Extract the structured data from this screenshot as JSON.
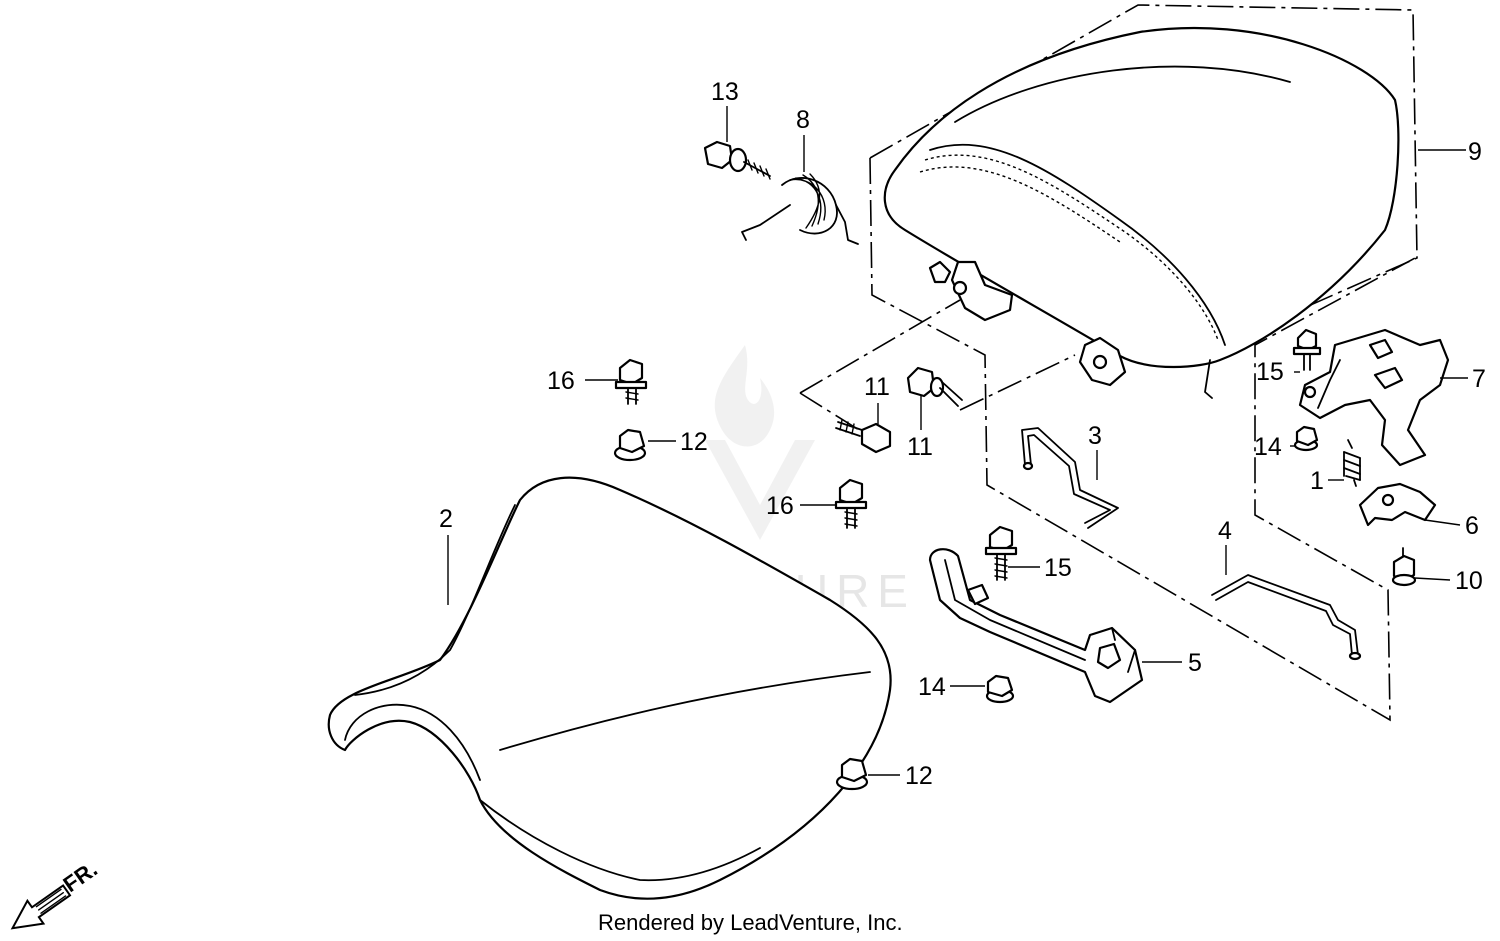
{
  "diagram": {
    "callouts": [
      {
        "id": "c13",
        "label": "13"
      },
      {
        "id": "c8",
        "label": "8"
      },
      {
        "id": "c9",
        "label": "9"
      },
      {
        "id": "c16a",
        "label": "16"
      },
      {
        "id": "c12a",
        "label": "12"
      },
      {
        "id": "c11a",
        "label": "11"
      },
      {
        "id": "c11b",
        "label": "11"
      },
      {
        "id": "c3",
        "label": "3"
      },
      {
        "id": "c15a",
        "label": "15"
      },
      {
        "id": "c7",
        "label": "7"
      },
      {
        "id": "c14a",
        "label": "14"
      },
      {
        "id": "c1",
        "label": "1"
      },
      {
        "id": "c6",
        "label": "6"
      },
      {
        "id": "c10",
        "label": "10"
      },
      {
        "id": "c2",
        "label": "2"
      },
      {
        "id": "c16b",
        "label": "16"
      },
      {
        "id": "c15b",
        "label": "15"
      },
      {
        "id": "c4",
        "label": "4"
      },
      {
        "id": "c5",
        "label": "5"
      },
      {
        "id": "c14b",
        "label": "14"
      },
      {
        "id": "c12b",
        "label": "12"
      }
    ],
    "direction_label": "FR.",
    "watermark_text": "LEADVENTURE",
    "footer": "Rendered by LeadVenture, Inc."
  }
}
